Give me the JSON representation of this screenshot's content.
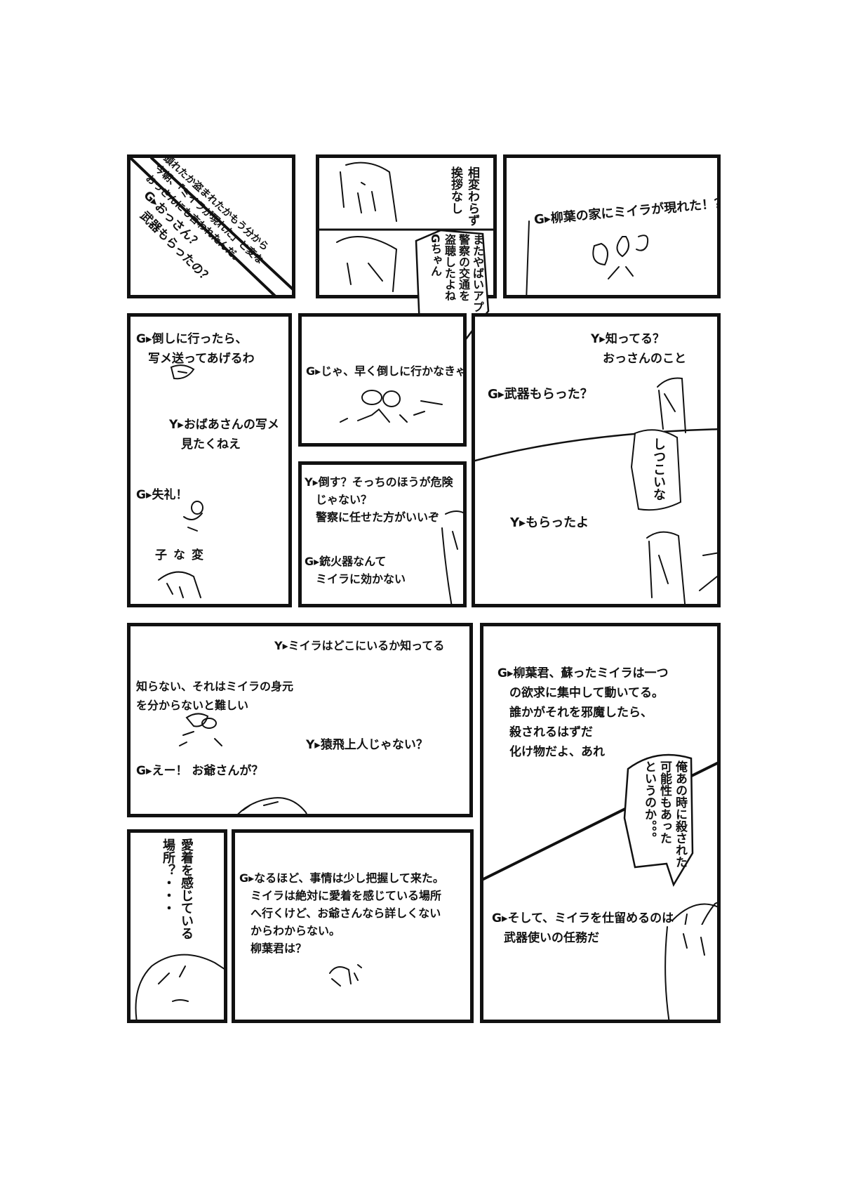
{
  "row1": {
    "p1": {
      "narration": "頭れたか盗まれたかもう分から\n今朝、「ミイラが現れた」と変な\nおっさんにも言われたんだ。",
      "g_line": "G▸おっさん？\n　武器もらったの？"
    },
    "p2": {
      "narration": "相変わらず\n挨拶なし",
      "bubble": "またやばいアプリで\n警察の交通を\n盗聴したよね\nGちゃん"
    },
    "p3": {
      "g_line": "G▸柳葉の家にミイラが現れた！？"
    }
  },
  "row2": {
    "p4": {
      "g1": "G▸倒しに行ったら、\n　写メ送ってあげるわ",
      "y1": "Y▸おばあさんの写メ\n　見たくねえ",
      "g2": "G▸失礼！",
      "aside": "変\nな\n子"
    },
    "p5": {
      "g1": "G▸じゃ、早く倒しに行かなきゃ！"
    },
    "p6": {
      "y1": "Y▸倒す？そっちのほうが危険\n　じゃない？\n　警察に任せた方がいいぞ",
      "g1": "G▸銃火器なんて\n　ミイラに効かない"
    },
    "p7": {
      "y1": "Y▸知ってる？\n　おっさんのこと",
      "g1": "G▸武器もらった？",
      "bubble": "しつこいな",
      "y2": "Y▸もらったよ"
    }
  },
  "row3": {
    "p8": {
      "y1": "Y▸ミイラはどこにいるか知ってる",
      "g1": "知らない、それはミイラの身元\nを分からないと難しい",
      "y2": "Y▸猿飛上人じゃない？",
      "g2": "G▸えー！ お爺さんが？"
    },
    "p9": {
      "g1": "G▸柳葉君、蘇ったミイラは一つ\n　の欲求に集中して動いてる。\n　誰かがそれを邪魔したら、\n　殺されるはずだ\n　化け物だよ、あれ",
      "bubble": "俺あの時に殺された\n可能性もあった\nというのか。。。",
      "g2": "G▸そして、ミイラを仕留めるのは\n　武器使いの任務だ"
    }
  },
  "row4": {
    "p10": {
      "narration": "愛着を感じている\n場所？・・・"
    },
    "p11": {
      "g1": "G▸なるほど、事情は少し把握して来た。\n　ミイラは絶対に愛着を感じている場所\n　へ行くけど、お爺さんなら詳しくない\n　からわからない。\n　柳葉君は？"
    }
  }
}
